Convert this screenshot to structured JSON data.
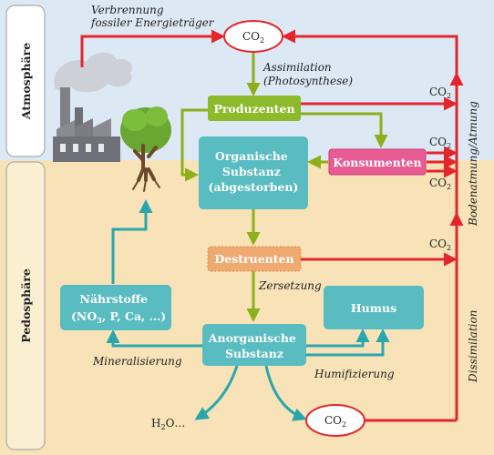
{
  "zones": {
    "atmosphere": "Atmosphäre",
    "pedosphere": "Pedosphäre"
  },
  "boxes": {
    "produzenten": "Produzenten",
    "organisch": [
      "Organische",
      "Substanz",
      "(abgestorben)"
    ],
    "konsumenten": "Konsumenten",
    "destruenten": "Destruenten",
    "naehrstoffe": [
      "Nährstoffe",
      "(NO",
      "3",
      ", P, Ca, …)"
    ],
    "humus": "Humus",
    "anorganisch": [
      "Anorganische",
      "Substanz"
    ]
  },
  "process_labels": {
    "verbrennung": [
      "Verbrennung",
      "fossiler Energieträger"
    ],
    "assimilation": [
      "Assimilation",
      "(Photosynthese)"
    ],
    "zersetzung": "Zersetzung",
    "mineralisierung": "Mineralisierung",
    "humifizierung": "Humifizierung",
    "dissimilation": "Dissimilation",
    "bodenatmung": "Bodenatmung/Atmung"
  },
  "co2": {
    "base": "CO",
    "sub": "2"
  },
  "water": {
    "base": "H",
    "sub": "2",
    "rest": "O…"
  },
  "colors": {
    "sky": "#dce9f5",
    "soil": "#f8e3b8",
    "red": "#e3262b",
    "green": "#8daf1c",
    "teal": "#2aa6ad",
    "box_teal": "#58bcc0",
    "box_green": "#8dba2a",
    "box_pink": "#e75d93",
    "box_orange": "#efaa72"
  }
}
